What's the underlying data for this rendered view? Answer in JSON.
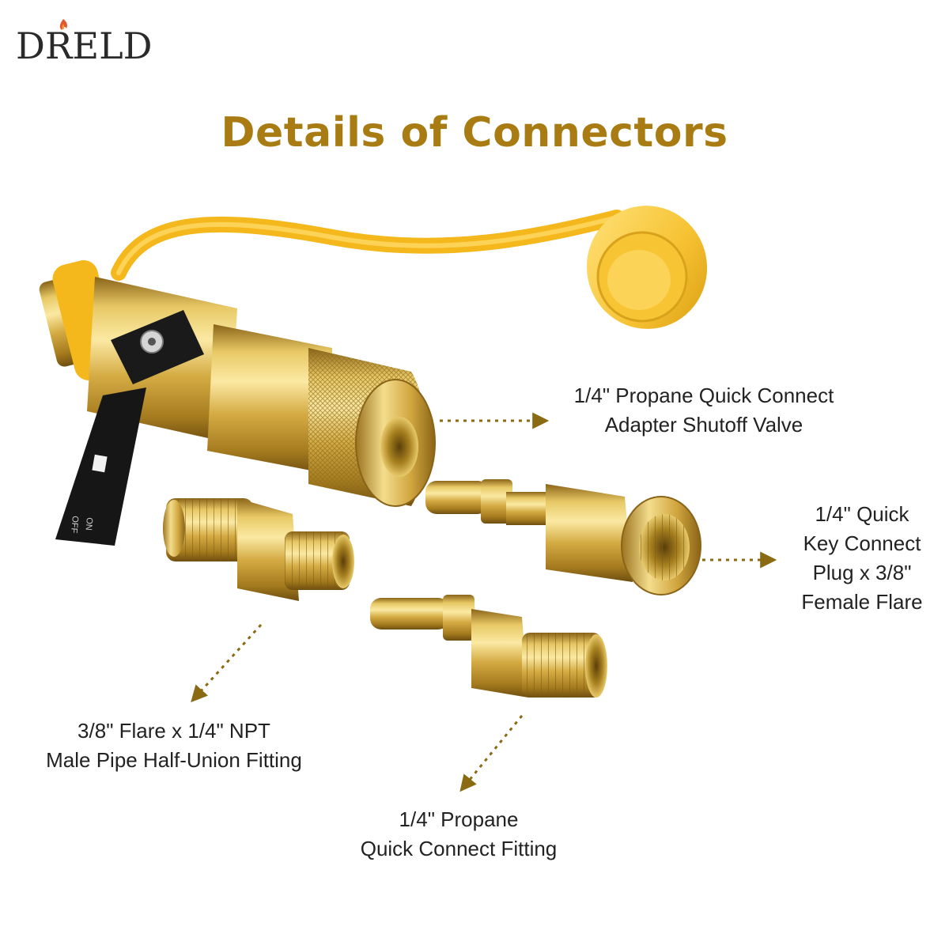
{
  "brand": {
    "logo_text": "DRELD"
  },
  "title": "Details of Connectors",
  "labels": {
    "valve": {
      "line1": "1/4\" Propane Quick Connect",
      "line2": "Adapter Shutoff Valve"
    },
    "plug": {
      "line1": "1/4\" Quick",
      "line2": "Key Connect",
      "line3": "Plug x 3/8\"",
      "line4": "Female Flare"
    },
    "half_union": {
      "line1": "3/8\" Flare x 1/4\" NPT",
      "line2": "Male Pipe Half-Union Fitting"
    },
    "fitting": {
      "line1": "1/4\" Propane",
      "line2": "Quick Connect Fitting"
    }
  },
  "valve_markings": {
    "on": "ON",
    "off": "OFF"
  },
  "colors": {
    "title": "#a87c12",
    "arrow": "#8a6a12",
    "brass": "#d8b44a",
    "dust_cap": "#f7c335",
    "handle": "#1a1a1a"
  }
}
